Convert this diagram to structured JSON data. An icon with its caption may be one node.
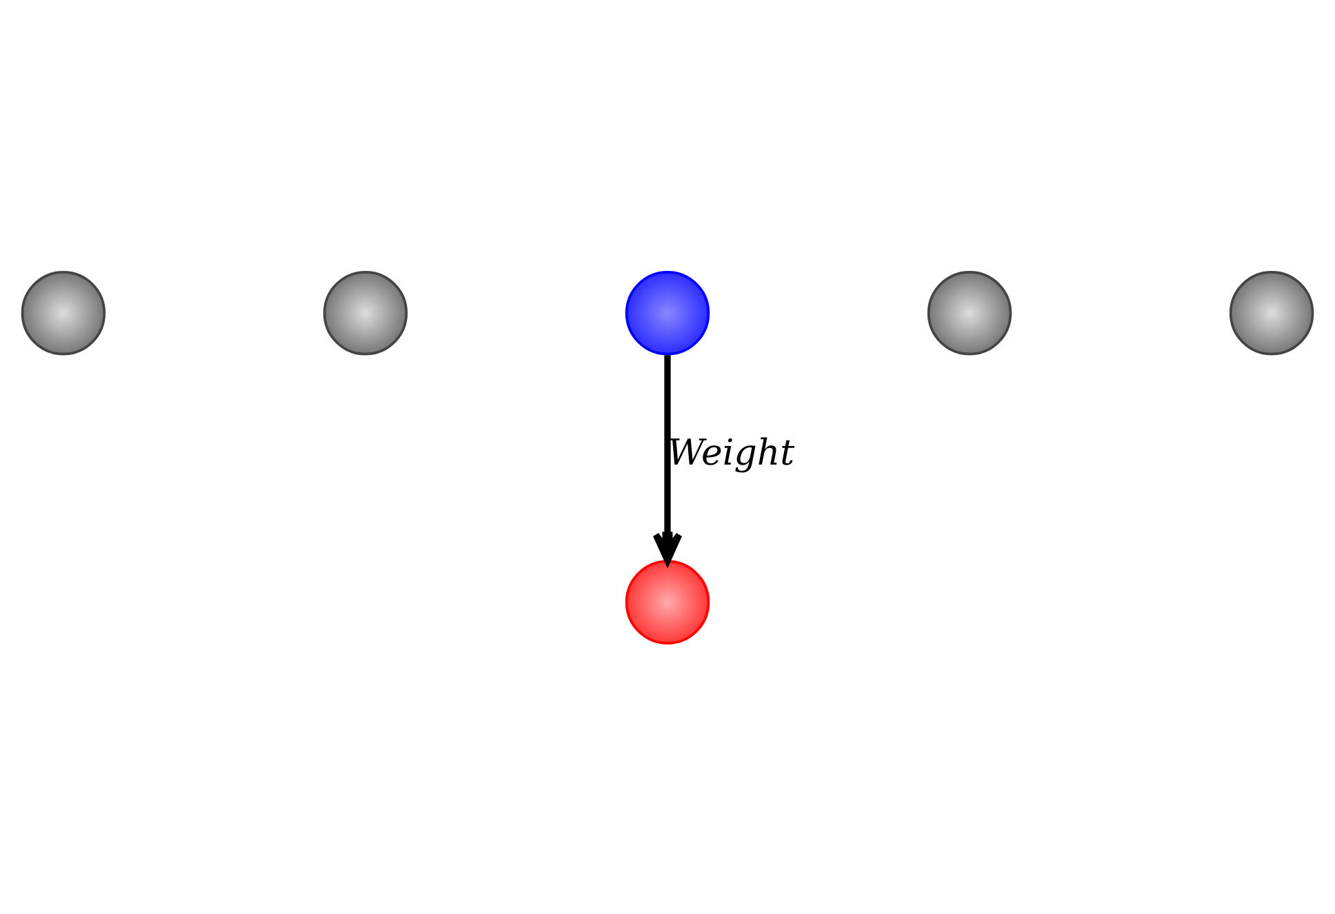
{
  "diagram": {
    "nodes": [
      {
        "text": [],
        "shape": "circle"
      },
      {
        "text": [],
        "shape": "circle"
      },
      {
        "text": [],
        "shape": "circle"
      },
      {
        "text": [],
        "shape": "circle"
      },
      {
        "text": [],
        "shape": "circle"
      },
      {
        "text": [],
        "shape": "circle"
      }
    ],
    "edges": [
      {
        "from": 4,
        "to": 2,
        "arrow": "to",
        "label": "Weight"
      }
    ]
  }
}
